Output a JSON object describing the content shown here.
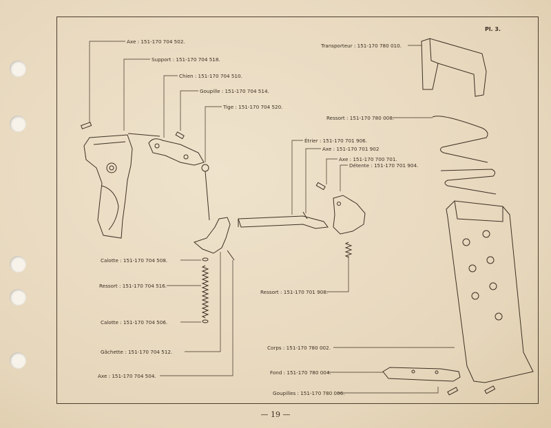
{
  "plate_label": "Pl. 3.",
  "page_number": "— 19 —",
  "labels": {
    "axe_502": "Axe : 151-170 704 502.",
    "support_518": "Support : 151-170 704 518.",
    "chien_510": "Chien : 151-170 704 510.",
    "goupille_514": "Goupille : 151-170 704 514.",
    "tige_520": "Tige : 151-170 704 520.",
    "etrier_906": "Étrier : 151-170 701 906.",
    "axe_902": "Axe : 151-170 701 902",
    "axe_701": "Axe : 151-170 700 701.",
    "detente_904": "Détente : 151-170 701 904.",
    "transporteur_010": "Transporteur : 151-170 780 010.",
    "ressort_008": "Ressort : 151-170 780 008.",
    "calotte_508": "Calotte : 151-170 704 508.",
    "ressort_516": "Ressort : 151-170 704 516.",
    "calotte_506": "Calotte : 151-170 704 506.",
    "gachette_512": "Gâchette : 151-170 704 512.",
    "axe_504": "Axe : 151-170 704 504.",
    "ressort_908": "Ressort : 151-170 701 908.",
    "corps_002": "Corps : 151-170 780 002.",
    "fond_004": "Fond : 151-170 780 004.",
    "goupilles_006": "Goupilles : 151-170 780 006."
  }
}
